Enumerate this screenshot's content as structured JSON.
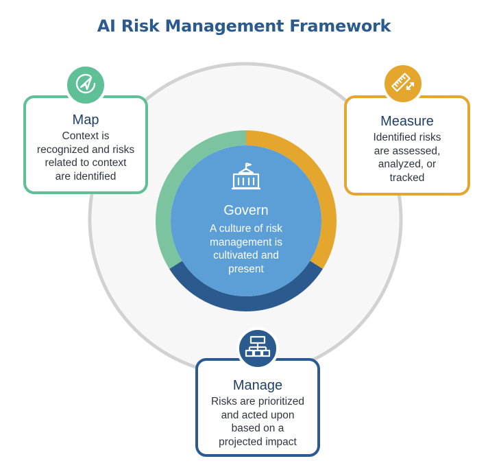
{
  "title": "AI Risk Management Framework",
  "colors": {
    "map": "#5fbf97",
    "measure": "#e4a62c",
    "manage": "#2b5a8f",
    "govern": "#5b9fd6",
    "outer_ring": "#d2d2d2",
    "title": "#2b5a8f"
  },
  "govern": {
    "title": "Govern",
    "description": [
      "A culture of risk",
      "management is",
      "cultivated and",
      "present"
    ],
    "icon": "building-icon"
  },
  "map": {
    "title": "Map",
    "description": [
      "Context is",
      "recognized and risks",
      "related to context",
      "are identified"
    ],
    "icon": "navigation-arrow-icon"
  },
  "measure": {
    "title": "Measure",
    "description": [
      "Identified risks",
      "are assessed,",
      "analyzed, or",
      "tracked"
    ],
    "icon": "ruler-icon"
  },
  "manage": {
    "title": "Manage",
    "description": [
      "Risks are prioritized",
      "and acted upon",
      "based on a",
      "projected impact"
    ],
    "icon": "hierarchy-icon"
  }
}
